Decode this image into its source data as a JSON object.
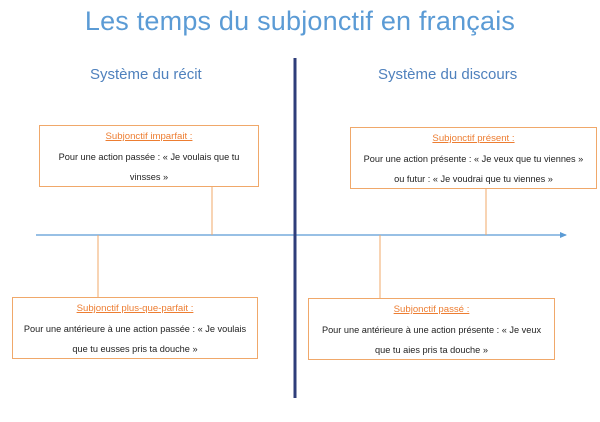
{
  "title": "Les temps du subjonctif en français",
  "sections": {
    "left": "Système du récit",
    "right": "Système du discours"
  },
  "boxes": {
    "top_left": {
      "heading": "Subjonctif imparfait :",
      "text": "Pour une action passée : « Je voulais que tu vinsses »"
    },
    "top_right": {
      "heading": "Subjonctif présent :",
      "text": "Pour une action présente : « Je veux que tu viennes » ou futur : « Je voudrai que tu viennes »"
    },
    "bottom_left": {
      "heading": "Subjonctif plus-que-parfait :",
      "text": "Pour une antérieure à une action passée : « Je voulais que tu eusses pris ta douche »"
    },
    "bottom_right": {
      "heading": "Subjonctif passé :",
      "text": "Pour une antérieure à une action présente : « Je veux que tu aies pris ta douche »"
    }
  },
  "colors": {
    "title": "#5b9bd5",
    "section": "#4f81bd",
    "timeline": "#5b9bd5",
    "divider": "#2f3e7a",
    "box_border": "#f0a86a",
    "heading": "#ed7d31"
  }
}
